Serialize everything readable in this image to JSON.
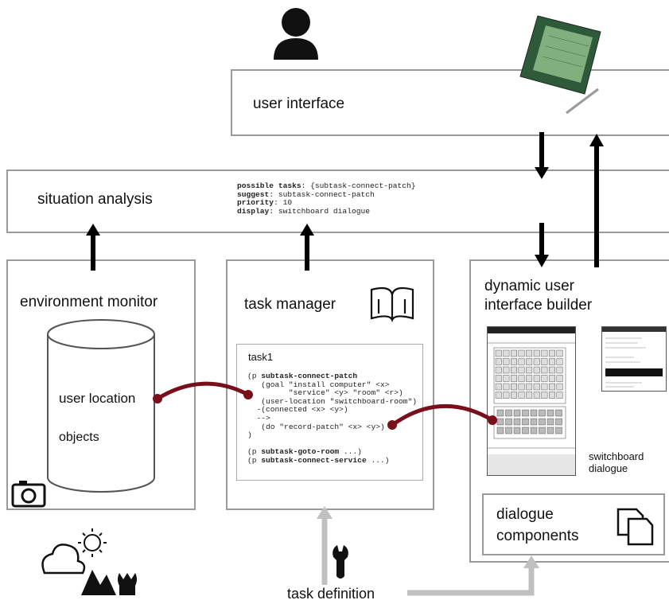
{
  "user_interface": {
    "label": "user interface"
  },
  "situation_analysis": {
    "label": "situation analysis",
    "details": [
      {
        "key": "possible tasks",
        "value": " {subtask-connect-patch}"
      },
      {
        "key": "suggest",
        "value": " subtask-connect-patch"
      },
      {
        "key": "priority",
        "value": " 10"
      },
      {
        "key": "display",
        "value": " switchboard dialogue"
      }
    ]
  },
  "environment_monitor": {
    "label": "environment monitor",
    "db_items": [
      "user location",
      "objects"
    ]
  },
  "task_manager": {
    "label": "task manager",
    "task_title": "task1",
    "code": {
      "l1": "(p ",
      "l1b": "subtask-connect-patch",
      "l2": "   (goal \"install computer\" <x>",
      "l3": "         \"service\" <y> \"room\" <r>)",
      "l4": "   (user-location \"switchboard-room\")",
      "l5": "  -(connected <x> <y>)",
      "l6": "  -->",
      "l7": "   (do \"record-patch\" <x> <y>)",
      "l8": ")",
      "l9": "(p ",
      "l9b": "subtask-goto-room",
      "l9c": " ...)",
      "l10": "(p ",
      "l10b": "subtask-connect-service",
      "l10c": " ...)"
    }
  },
  "ui_builder": {
    "label_line1": "dynamic user",
    "label_line2": "interface builder",
    "switchboard_caption_1": "switchboard",
    "switchboard_caption_2": "dialogue"
  },
  "dialogue_components": {
    "line1": "dialogue",
    "line2": "components"
  },
  "task_definition": {
    "label": "task definition"
  },
  "colors": {
    "link": "#7a0f1c",
    "box_border": "#9a9a9a",
    "arrow": "#000000",
    "grey_arrow": "#c0c0c0"
  },
  "icons": [
    "user-icon",
    "pda-device-icon",
    "book-wrench-icon",
    "camera-icon",
    "weather-nature-icon",
    "wrench-icon",
    "documents-icon",
    "database-cylinder-icon"
  ]
}
